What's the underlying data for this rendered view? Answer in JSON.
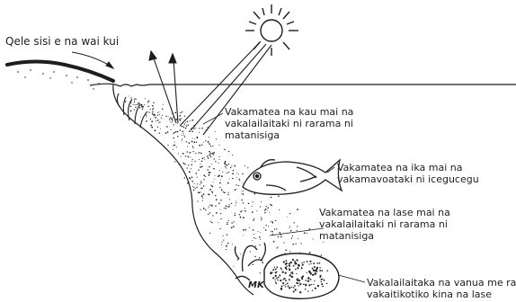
{
  "labels": {
    "top": "Qele sisi e na wai kui",
    "label1": [
      "Vakamatea na kau mai na",
      "vakalailaitaki ni rarama ni",
      "matanisiga"
    ],
    "label2": [
      "Vakamatea na ika mai na",
      "vakamavoataki ni icegucegu"
    ],
    "label3": [
      "Vakamatea na lase mai na",
      "vakalailaitaki ni rarama ni",
      "matanisiga"
    ],
    "label4": [
      "Vakalailaitaka na vanua me ra",
      "vakaitikotiko kina na lase"
    ]
  },
  "signature": "MK",
  "colors": {
    "ink": "#1e1e1e",
    "background": "#ffffff"
  }
}
